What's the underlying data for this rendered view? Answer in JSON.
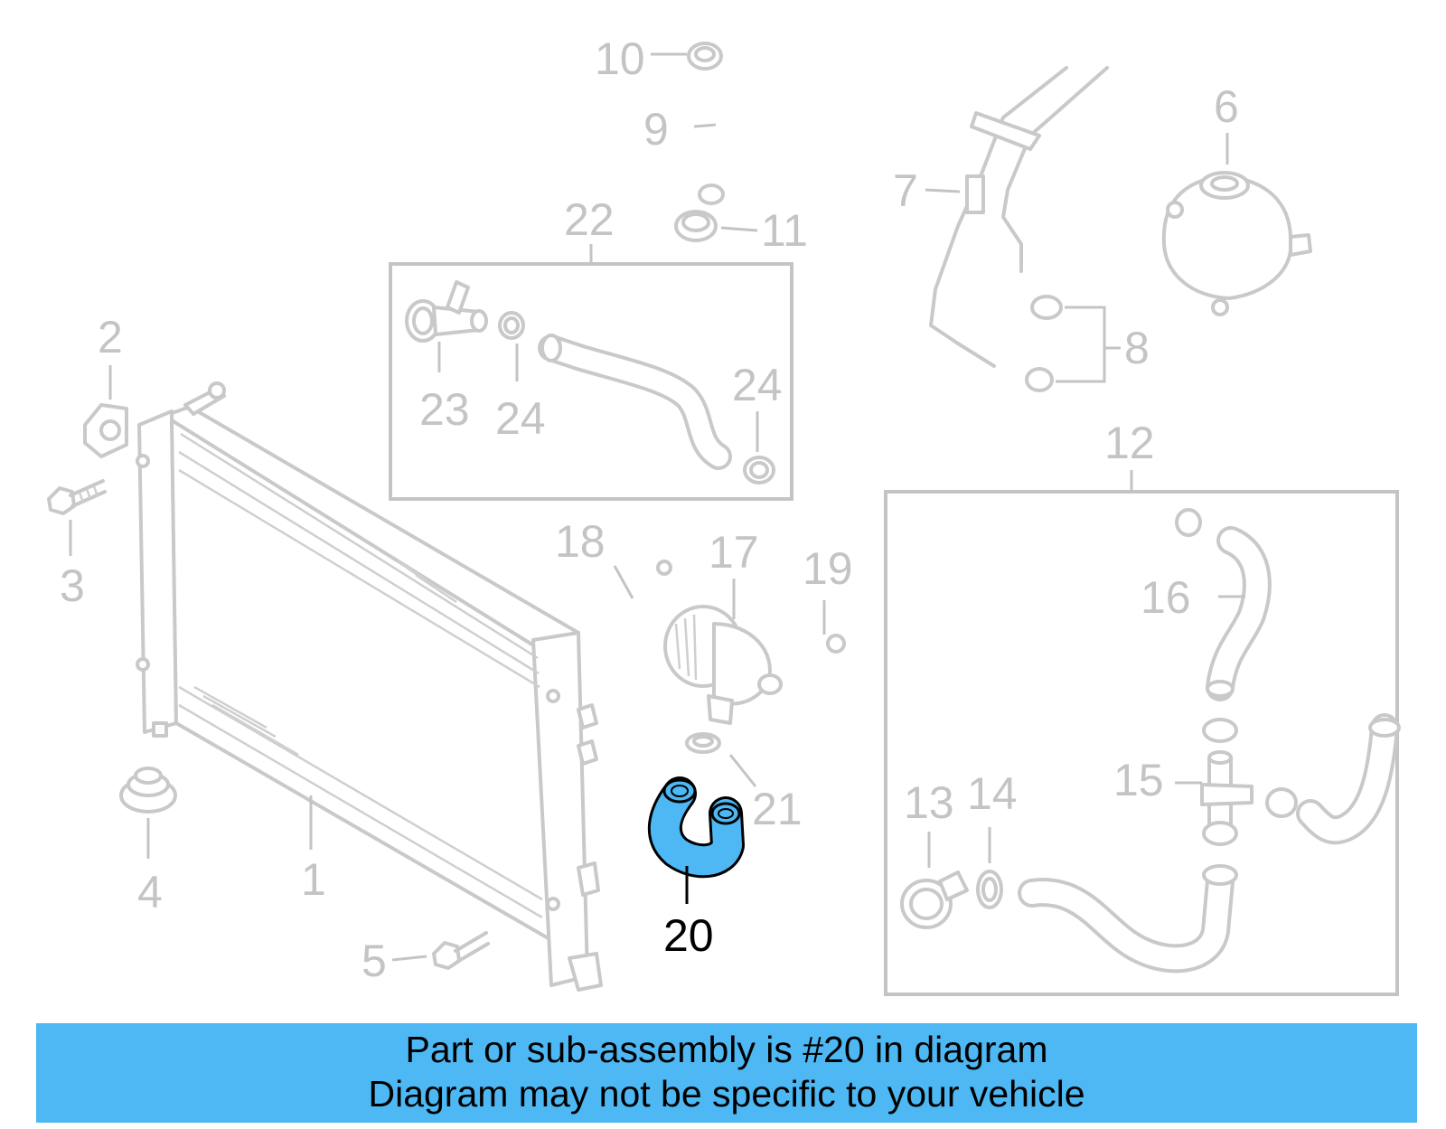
{
  "callouts": [
    {
      "id": "1",
      "label": "1"
    },
    {
      "id": "2",
      "label": "2"
    },
    {
      "id": "3",
      "label": "3"
    },
    {
      "id": "4",
      "label": "4"
    },
    {
      "id": "5",
      "label": "5"
    },
    {
      "id": "6",
      "label": "6"
    },
    {
      "id": "7",
      "label": "7"
    },
    {
      "id": "8",
      "label": "8"
    },
    {
      "id": "9",
      "label": "9"
    },
    {
      "id": "10",
      "label": "10"
    },
    {
      "id": "11",
      "label": "11"
    },
    {
      "id": "12",
      "label": "12"
    },
    {
      "id": "13",
      "label": "13"
    },
    {
      "id": "14",
      "label": "14"
    },
    {
      "id": "15",
      "label": "15"
    },
    {
      "id": "16",
      "label": "16"
    },
    {
      "id": "17",
      "label": "17"
    },
    {
      "id": "18",
      "label": "18"
    },
    {
      "id": "19",
      "label": "19"
    },
    {
      "id": "20",
      "label": "20",
      "highlighted": true
    },
    {
      "id": "21",
      "label": "21"
    },
    {
      "id": "22",
      "label": "22"
    },
    {
      "id": "23",
      "label": "23"
    },
    {
      "id": "24a",
      "label": "24"
    },
    {
      "id": "24b",
      "label": "24"
    }
  ],
  "colors": {
    "highlight_part": "#4db8f3",
    "banner_background": "#4db8f3",
    "inactive_part": "#c9c9c9",
    "highlight_label": "#000000"
  },
  "banner": {
    "line1": "Part or sub-assembly is #20 in diagram",
    "line2": "Diagram may not be specific to your vehicle"
  }
}
